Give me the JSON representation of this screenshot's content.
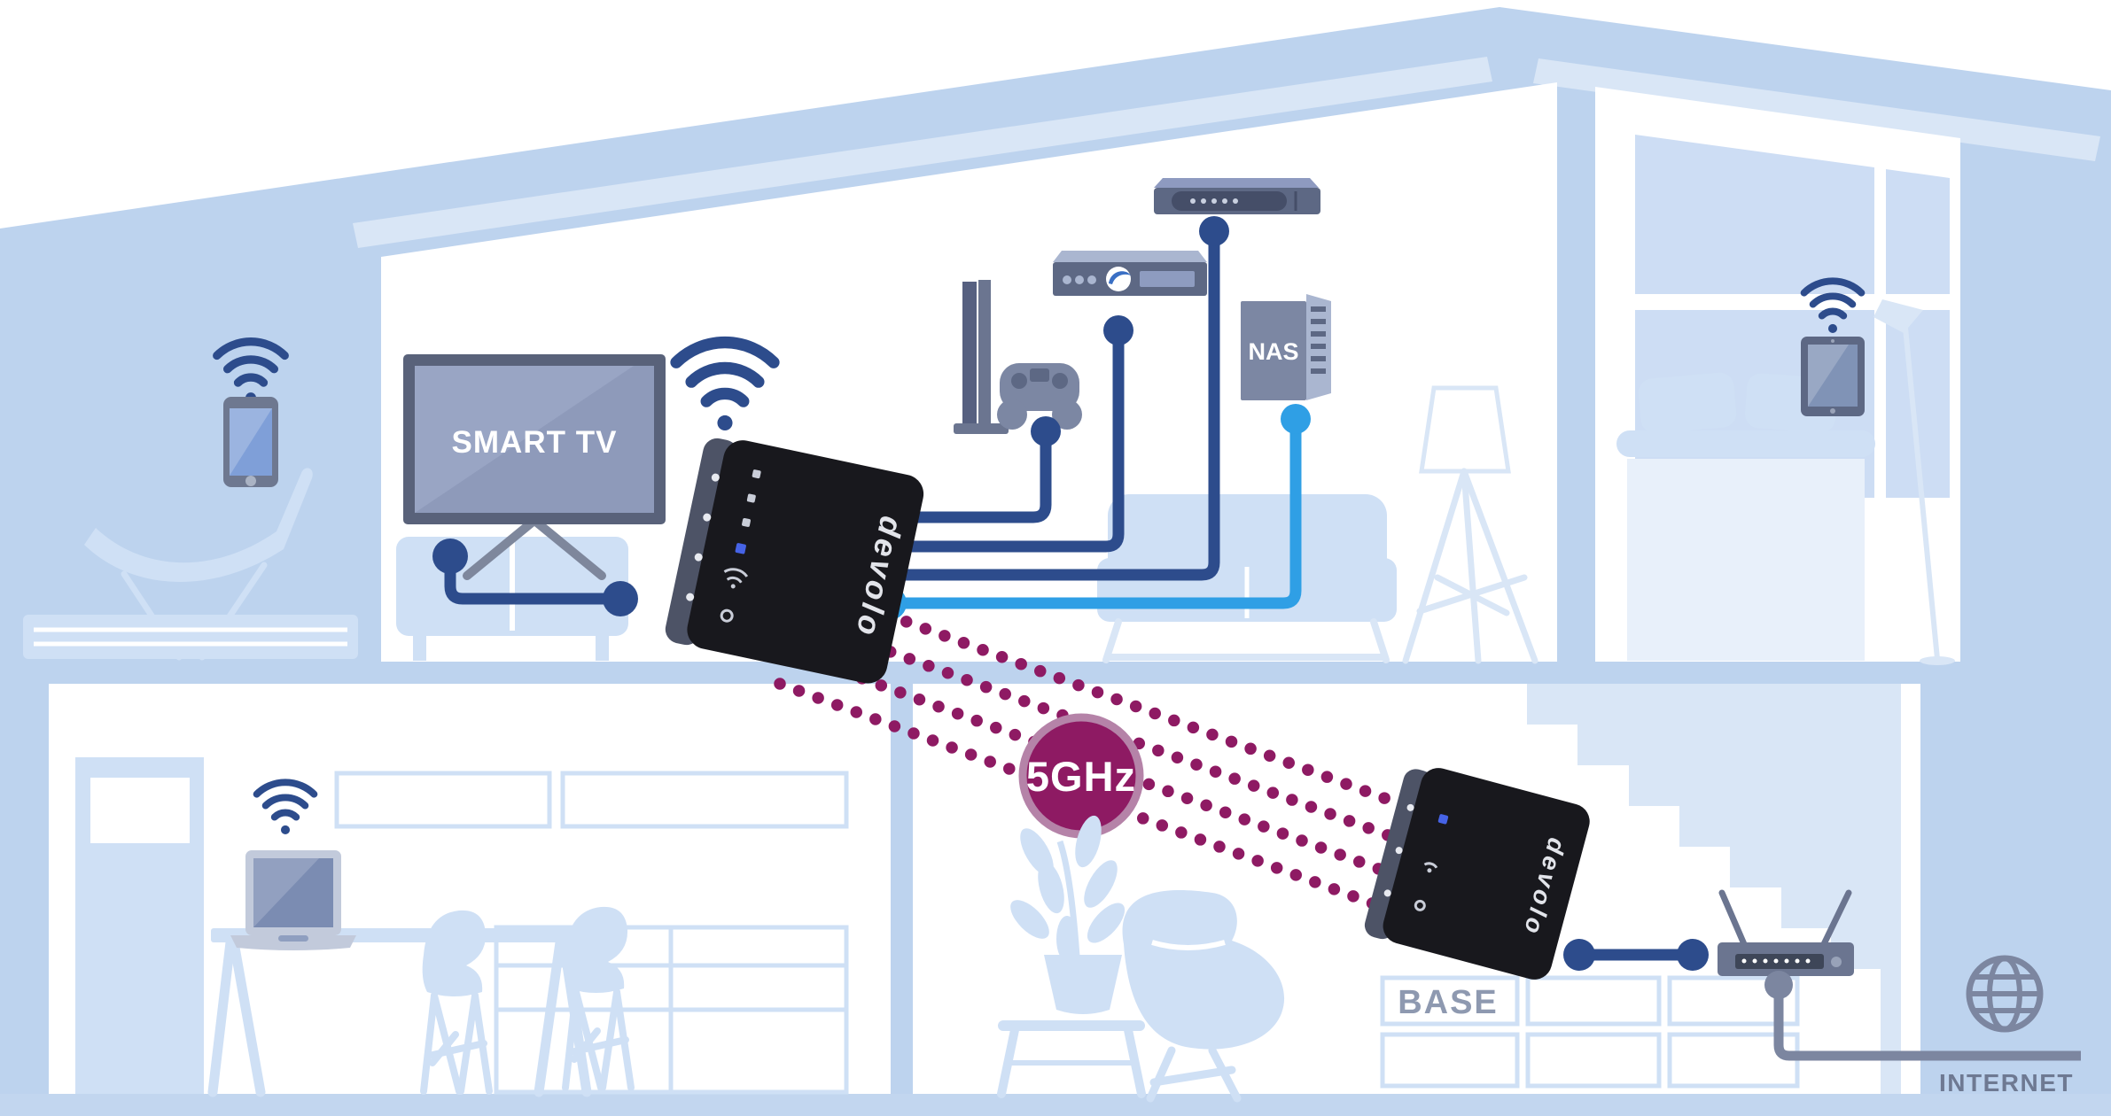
{
  "title": "devolo 5GHz home network illustration",
  "labels": {
    "smart_tv": "SMART TV",
    "nas": "NAS",
    "frequency_badge": "5GHz",
    "base_unit": "BASE",
    "internet": "INTERNET",
    "brand": "devolo"
  },
  "colors": {
    "sky": "#ffffff",
    "house_walls": "#bdd3ee",
    "roof_stripe": "#d9e6f6",
    "ground_band": "#c2d6ef",
    "furniture": "#cfe0f5",
    "window_pane": "#cdddf4",
    "ethernet_cable": "#2d4c8c",
    "nas_cable": "#2f9fe5",
    "wireless_dots": "#8e1a63",
    "badge_fill": "#8e1a63",
    "badge_ring": "#b583a8",
    "adapter_black": "#18181d",
    "adapter_side": "#4d5366",
    "gadget_gray": "#5d6884",
    "label_gray": "#6e7992",
    "base_label_gray": "#8e99b0"
  },
  "icons": [
    "wifi-icon",
    "smartphone-icon",
    "smart-tv-icon",
    "wifi-repeater-icon",
    "game-console-icon",
    "gamepad-icon",
    "bluray-player-icon",
    "av-receiver-icon",
    "nas-icon",
    "sofa-icon",
    "floor-lamp-icon",
    "tablet-icon",
    "bed-icon",
    "laptop-icon",
    "desk-icon",
    "chair-icon",
    "plant-icon",
    "armchair-icon",
    "stairs-icon",
    "base-adapter-icon",
    "router-icon",
    "globe-icon"
  ]
}
